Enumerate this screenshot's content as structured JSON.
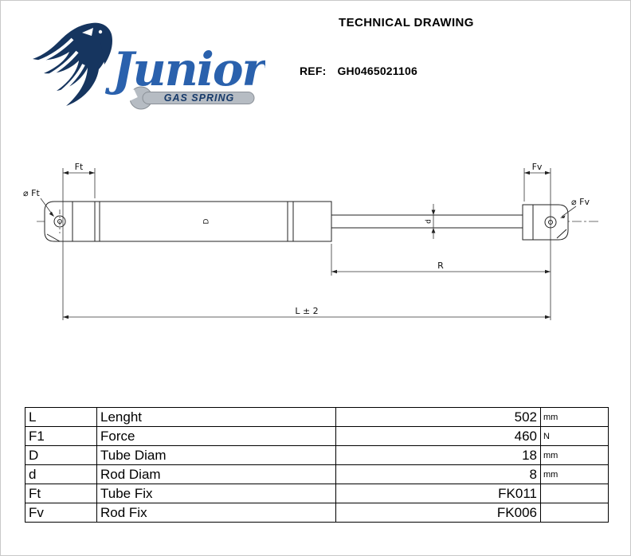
{
  "header": {
    "title": "TECHNICAL DRAWING",
    "ref_label": "REF:",
    "ref_value": "GH0465021106"
  },
  "logo": {
    "brand": "Junior",
    "tagline": "GAS SPRING",
    "brand_color": "#2a61ad",
    "eagle_color": "#16355f",
    "wrench_color": "#b6bcc3"
  },
  "drawing": {
    "labels": {
      "tube_fix_dim": "Ft",
      "rod_fix_dim": "Fv",
      "tube_fix_diameter": "⌀ Ft",
      "rod_fix_diameter": "⌀ Fv",
      "stroke_dim": "R",
      "length_dim": "L ± 2",
      "tube_diam_mark": "D",
      "rod_diam_mark": "d"
    }
  },
  "table": {
    "rows": [
      {
        "symbol": "L",
        "name": "Lenght",
        "value": "502",
        "unit": "mm"
      },
      {
        "symbol": "F1",
        "name": "Force",
        "value": "460",
        "unit": "N"
      },
      {
        "symbol": "D",
        "name": "Tube Diam",
        "value": "18",
        "unit": "mm"
      },
      {
        "symbol": "d",
        "name": "Rod Diam",
        "value": "8",
        "unit": "mm"
      },
      {
        "symbol": "Ft",
        "name": "Tube Fix",
        "value": "FK011",
        "unit": ""
      },
      {
        "symbol": "Fv",
        "name": "Rod Fix",
        "value": "FK006",
        "unit": ""
      }
    ]
  }
}
